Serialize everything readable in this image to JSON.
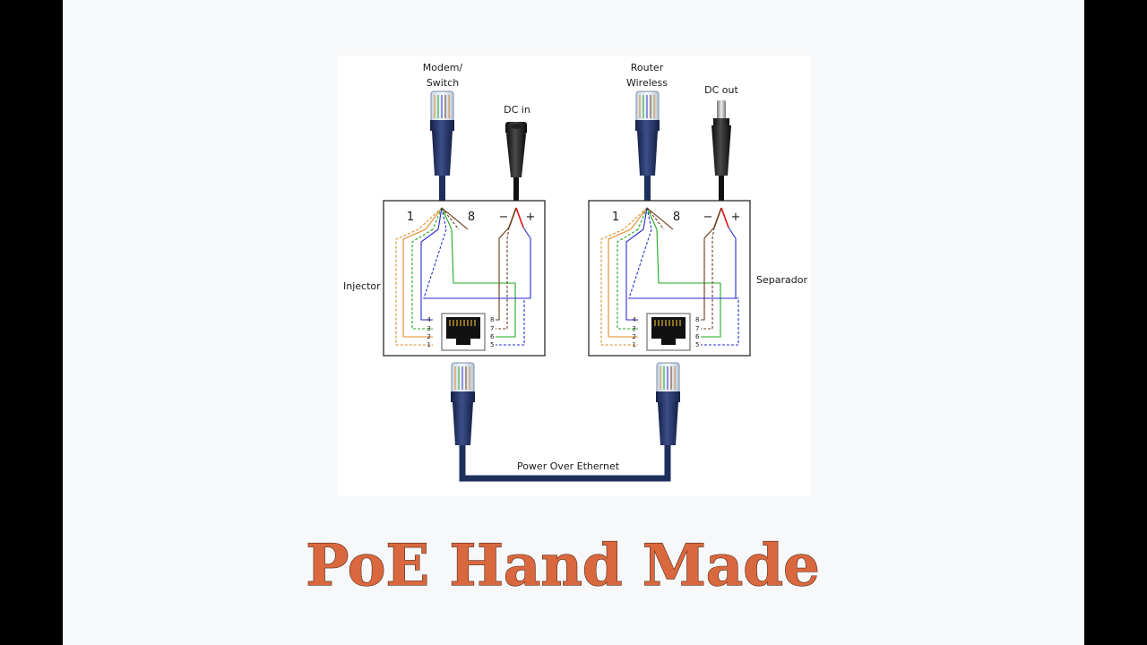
{
  "injector": {
    "top_label_line1": "Modem/",
    "top_label_line2": "Switch",
    "dc_label": "DC in",
    "side_label": "Injector",
    "pin_first": "1",
    "pin_last": "8",
    "minus": "−",
    "plus": "+"
  },
  "separator": {
    "top_label_line1": "Router",
    "top_label_line2": "Wireless",
    "dc_label": "DC out",
    "side_label": "Separador",
    "pin_first": "1",
    "pin_last": "8",
    "minus": "−",
    "plus": "+"
  },
  "jack_pins_left": [
    "4",
    "3",
    "2",
    "1"
  ],
  "jack_pins_right": [
    "8",
    "7",
    "6",
    "5"
  ],
  "cable_label": "Power Over Ethernet",
  "title": "PoE Hand Made",
  "colors": {
    "orange": "#e08a2a",
    "green": "#1ea81e",
    "blue": "#2a2ad0",
    "brown": "#6b3a1a",
    "red": "#e01010",
    "cable": "#1f2f5c",
    "title": "#d9683e"
  }
}
